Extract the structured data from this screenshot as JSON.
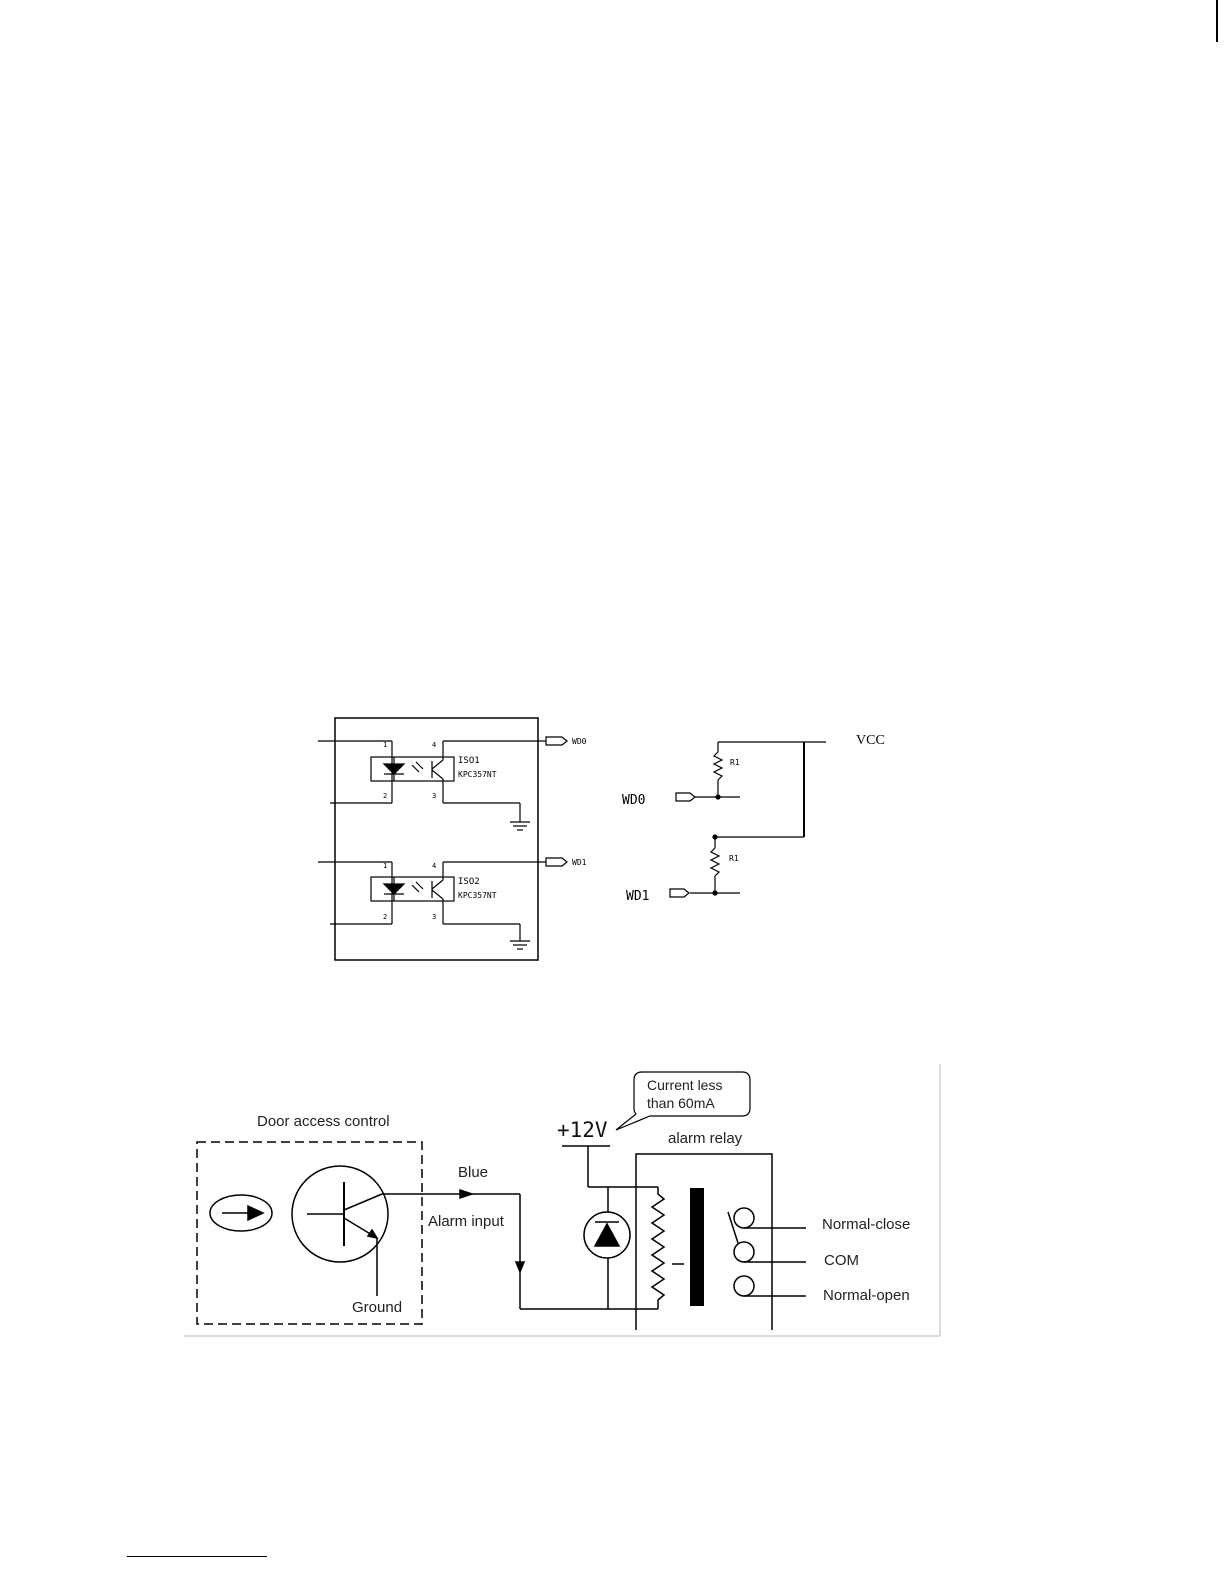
{
  "figure1": {
    "opto1_label": "ISO1",
    "opto1_part": "KPC357NT",
    "opto2_label": "ISO2",
    "opto2_part": "KPC357NT",
    "pin1": "1",
    "pin2": "2",
    "pin3": "3",
    "pin4": "4",
    "port_top": "WD0",
    "port_bottom": "WD1",
    "vcc": "VCC",
    "wd0": "WD0",
    "wd1": "WD1",
    "r_top": "R1",
    "r_bottom": "R1"
  },
  "figure2": {
    "door_access_label": "Door access control",
    "blue_label": "Blue",
    "alarm_input_label": "Alarm input",
    "ground_label": "Ground",
    "supply_label": "+12V",
    "callout_line1": "Current less",
    "callout_line2": "than 60mA",
    "relay_label": "alarm relay",
    "normal_close_label": "Normal-close",
    "com_label": "COM",
    "normal_open_label": "Normal-open"
  }
}
